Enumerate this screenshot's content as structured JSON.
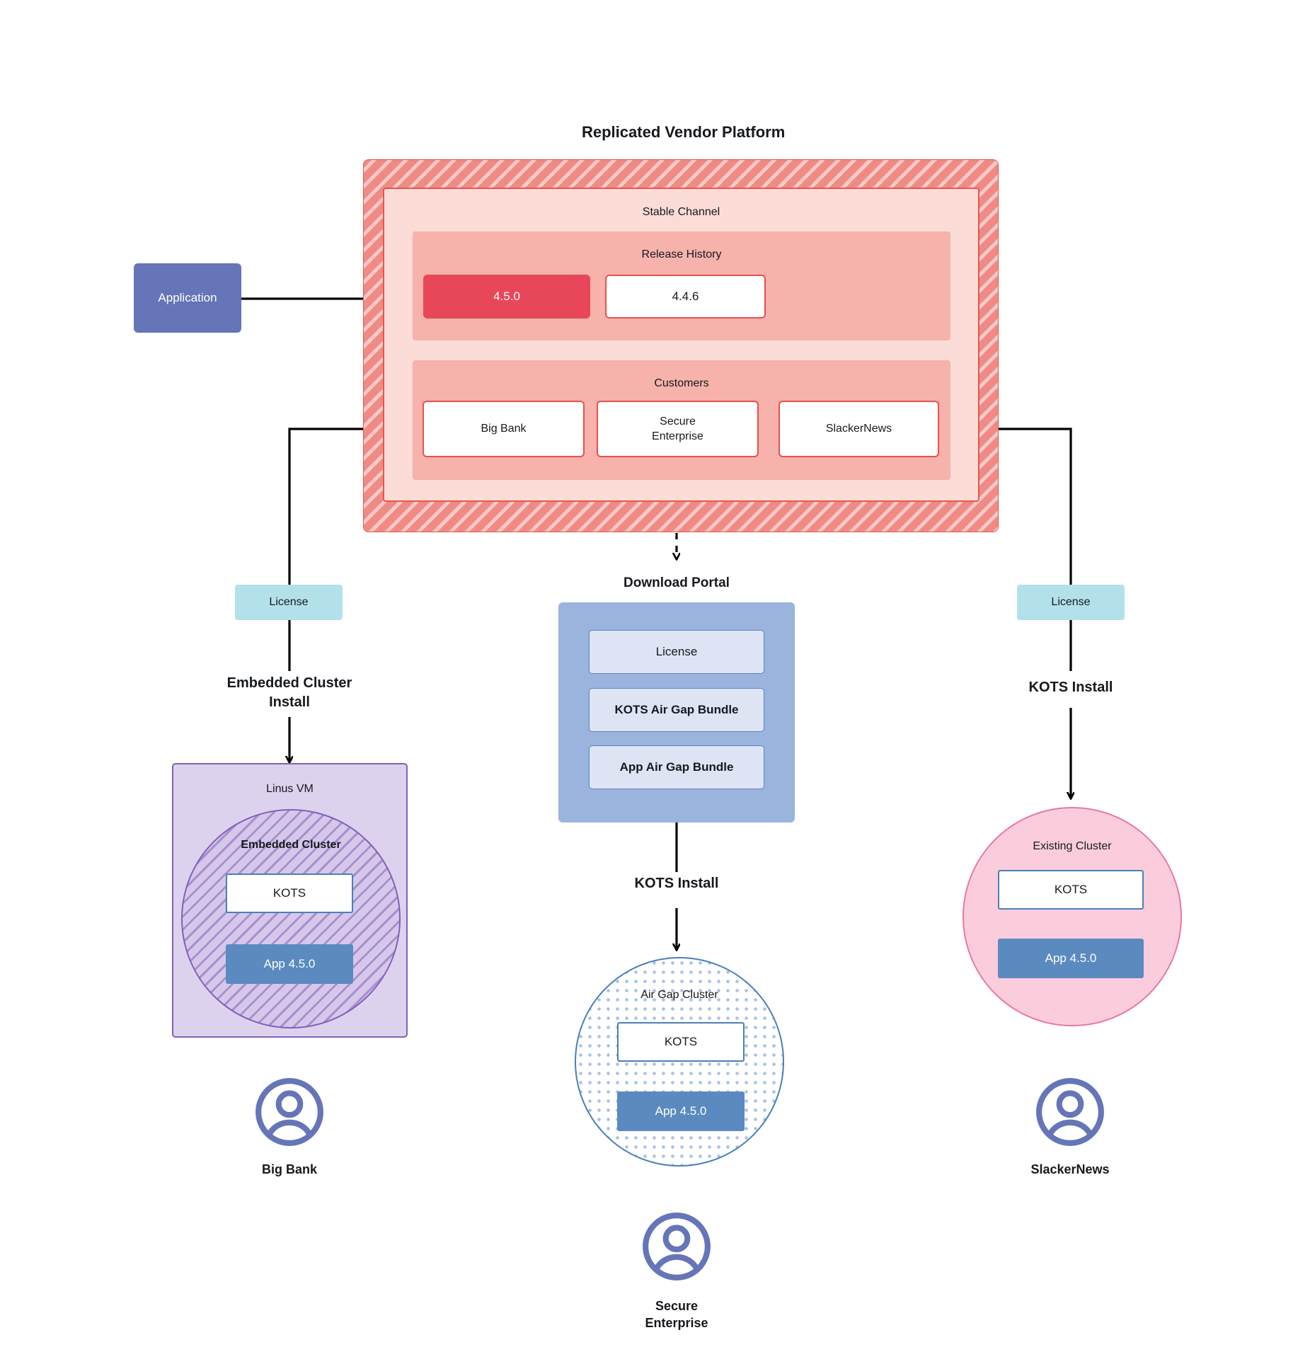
{
  "diagram": {
    "platform": {
      "title": "Replicated Vendor Platform",
      "channel_label": "Stable Channel",
      "release_history_label": "Release History",
      "releases": [
        {
          "version": "4.5.0",
          "state": "active"
        },
        {
          "version": "4.4.6",
          "state": "idle"
        }
      ],
      "customers_label": "Customers",
      "customers": [
        {
          "name": "Big Bank"
        },
        {
          "name": "Secure\nEnterprise"
        },
        {
          "name": "SlackerNews"
        }
      ]
    },
    "application_node": {
      "label": "Application"
    },
    "left_flow": {
      "license_label": "License",
      "install_label": "Embedded Cluster\nInstall",
      "vm_label": "Linus VM",
      "cluster_label": "Embedded Cluster",
      "kots_label": "KOTS",
      "app_label": "App 4.5.0",
      "customer_label": "Big Bank"
    },
    "center_flow": {
      "portal_title": "Download  Portal",
      "portal_items": [
        {
          "label": "License"
        },
        {
          "label": "KOTS Air Gap Bundle"
        },
        {
          "label": "App Air Gap Bundle"
        }
      ],
      "install_label": "KOTS Install",
      "cluster_label": "Air Gap Cluster",
      "kots_label": "KOTS",
      "app_label": "App 4.5.0",
      "customer_label": "Secure\nEnterprise"
    },
    "right_flow": {
      "license_label": "License",
      "install_label": "KOTS Install",
      "cluster_label": "Existing Cluster",
      "kots_label": "KOTS",
      "app_label": "App 4.5.0",
      "customer_label": "SlackerNews"
    },
    "icons": {
      "avatar": "user-avatar-icon"
    },
    "colors": {
      "platform_hatch": "#f08a85",
      "platform_border": "#e8564f",
      "channel_bg": "#fbdcd7",
      "sub_bg": "#f6b2ab",
      "release_active": "#e8475a",
      "application": "#6575b8",
      "license_chip": "#b3e1ea",
      "portal": "#9ab4de",
      "portal_item": "#dfe4f5",
      "vm": "#ddd2ee",
      "vm_border": "#8360b8",
      "existing_cluster": "#fbcddc",
      "existing_cluster_border": "#e8799e",
      "airgap_border": "#4a7ebb",
      "app_version": "#5b8ac0",
      "kots_border": "#4a80b9",
      "avatar": "#6575b8"
    }
  }
}
